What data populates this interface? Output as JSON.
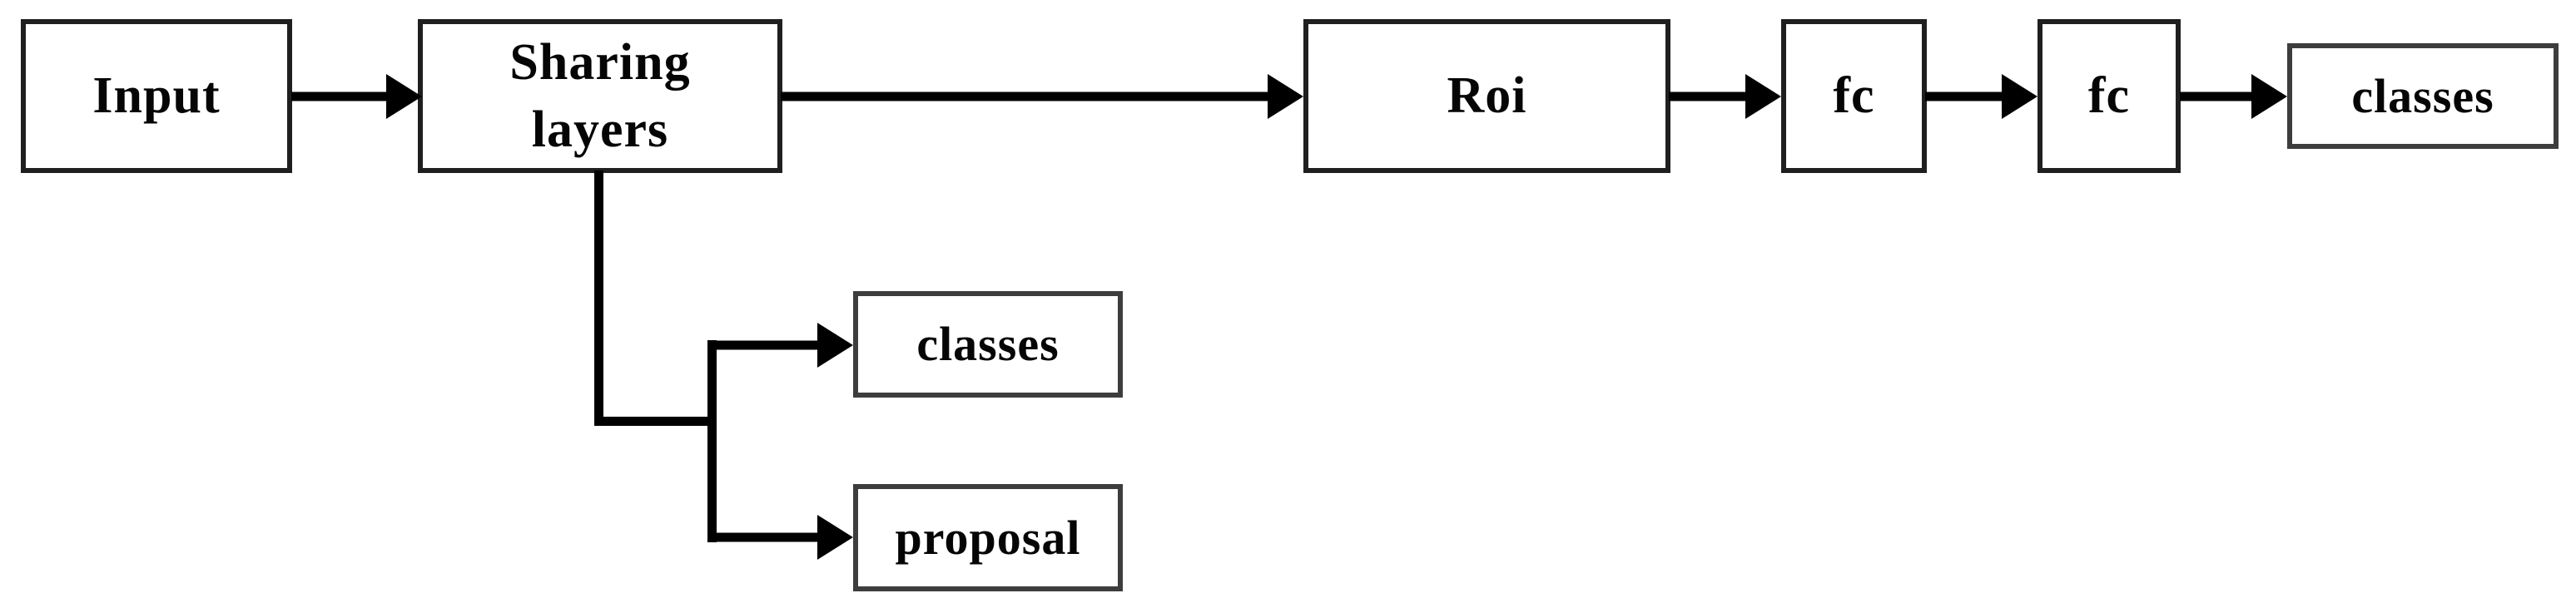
{
  "diagram": {
    "description": "Flowchart of a two-stage object detection network",
    "background_color": "#ffffff",
    "line_color": "#000000",
    "box_border_color_large": "#1f1f1f",
    "box_border_color_small": "#3d3d3d",
    "text_color": "#050505",
    "nodes": {
      "input": {
        "label": "Input"
      },
      "sharing": {
        "label": "Sharing\nlayers"
      },
      "roi": {
        "label": "Roi"
      },
      "fc1": {
        "label": "fc"
      },
      "fc2": {
        "label": "fc"
      },
      "classes_out": {
        "label": "classes"
      },
      "classes_branch": {
        "label": "classes"
      },
      "proposal": {
        "label": "proposal"
      }
    },
    "edges": [
      {
        "from": "input",
        "to": "sharing"
      },
      {
        "from": "sharing",
        "to": "roi"
      },
      {
        "from": "roi",
        "to": "fc1"
      },
      {
        "from": "fc1",
        "to": "fc2"
      },
      {
        "from": "fc2",
        "to": "classes_out"
      },
      {
        "from": "sharing",
        "to": "classes_branch"
      },
      {
        "from": "sharing",
        "to": "proposal"
      }
    ]
  }
}
